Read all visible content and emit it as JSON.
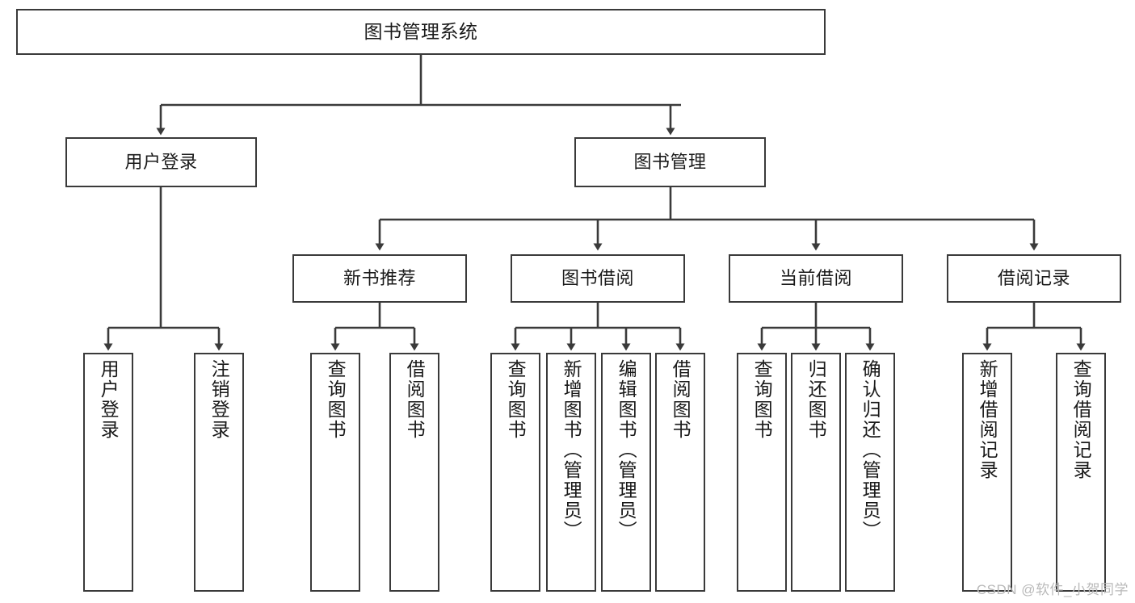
{
  "diagram": {
    "title": "图书管理系统",
    "type": "tree-hierarchy-chart",
    "line_color": "#3a3a3a",
    "box_fill": "#ffffff",
    "text_color": "#1a1a1a"
  },
  "root": {
    "label": "图书管理系统"
  },
  "level2": [
    {
      "label": "用户登录"
    },
    {
      "label": "图书管理"
    }
  ],
  "level3": [
    {
      "label": "新书推荐"
    },
    {
      "label": "图书借阅"
    },
    {
      "label": "当前借阅"
    },
    {
      "label": "借阅记录"
    }
  ],
  "leaves": {
    "user_login": [
      {
        "label": "用户登录"
      },
      {
        "label": "注销登录"
      }
    ],
    "new_book": [
      {
        "label": "查询图书"
      },
      {
        "label": "借阅图书"
      }
    ],
    "book_borrow": [
      {
        "label": "查询图书"
      },
      {
        "label": "新增图书（管理员）"
      },
      {
        "label": "编辑图书（管理员）"
      },
      {
        "label": "借阅图书"
      }
    ],
    "current_borrow": [
      {
        "label": "查询图书"
      },
      {
        "label": "归还图书"
      },
      {
        "label": "确认归还（管理员）"
      }
    ],
    "borrow_record": [
      {
        "label": "新增借阅记录"
      },
      {
        "label": "查询借阅记录"
      }
    ]
  },
  "watermark": {
    "text": "CSDN @软件_小贺同学"
  }
}
